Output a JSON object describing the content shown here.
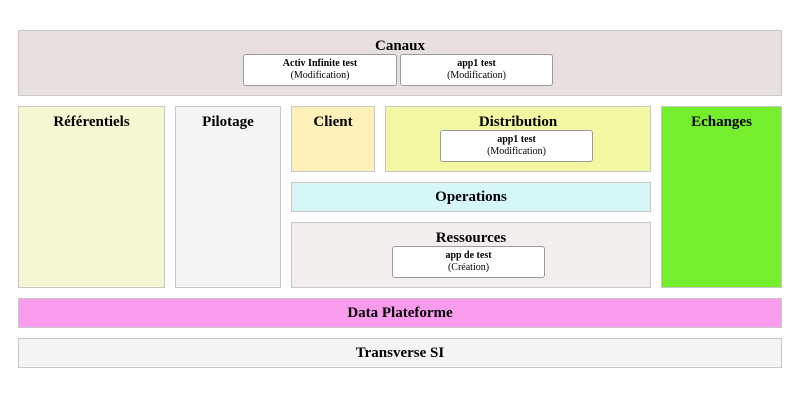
{
  "colors": {
    "canaux": "#e8dfdf",
    "referentiels": "#f6f8d4",
    "pilotage": "#f4f4f4",
    "client": "#fdf0b8",
    "distribution": "#f2f8a2",
    "echanges": "#75ee2e",
    "operations": "#d6f7f8",
    "ressources": "#f2eeee",
    "dataplateforme": "#f99cee",
    "transverse": "#f4f4f4"
  },
  "zones": {
    "canaux": "Canaux",
    "referentiels": "Référentiels",
    "pilotage": "Pilotage",
    "client": "Client",
    "distribution": "Distribution",
    "echanges": "Echanges",
    "operations": "Operations",
    "ressources": "Ressources",
    "dataplateforme": "Data Plateforme",
    "transverse": "Transverse SI"
  },
  "apps": {
    "activ_canaux": {
      "name": "Activ Infinite test",
      "status": "(Modification)"
    },
    "app1_canaux": {
      "name": "app1 test",
      "status": "(Modification)"
    },
    "app1_distribution": {
      "name": "app1 test",
      "status": "(Modification)"
    },
    "appdetest_ressources": {
      "name": "app de test",
      "status": "(Création)"
    }
  }
}
